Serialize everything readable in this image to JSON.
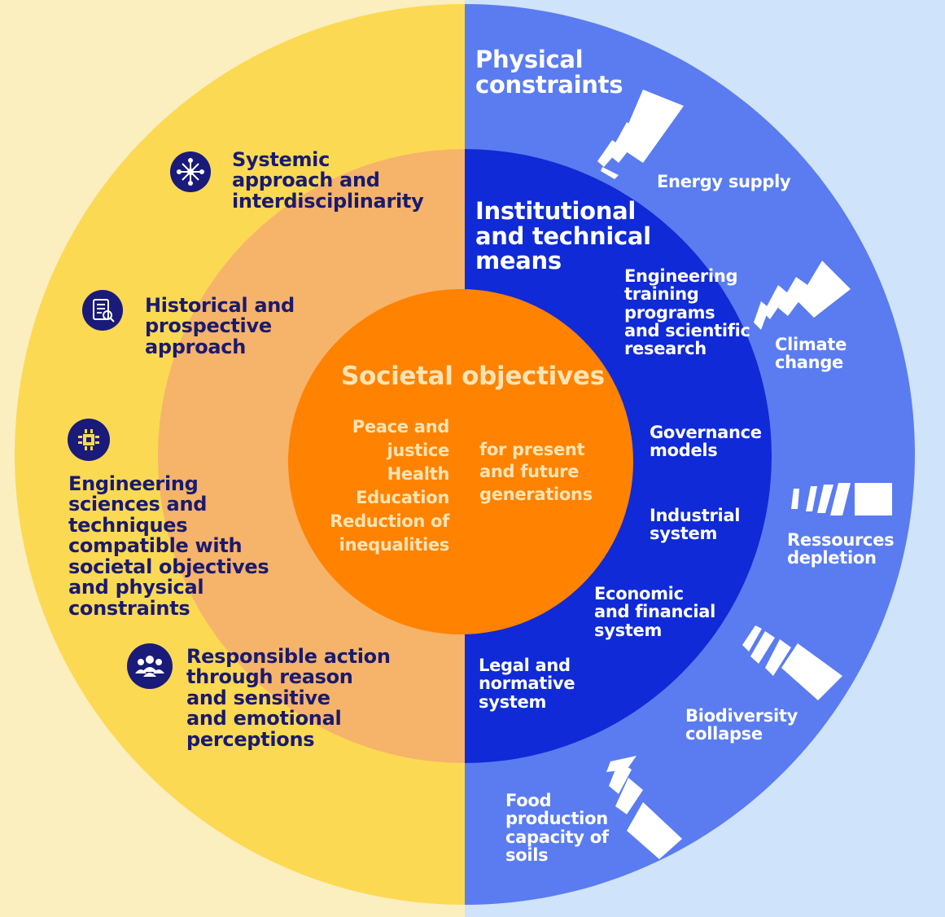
{
  "colors": {
    "outer_left": "#fcd953",
    "outer_right": "#5a7cf0",
    "middle_left": "#f6b36a",
    "middle_right": "#0f2ad6",
    "center": "#ff8200",
    "bg_left": "#fbeebf",
    "bg_right": "#cfe3fa",
    "navy_text": "#1a1a6e"
  },
  "physical": {
    "title": "Physical\nconstraints",
    "items": [
      "Energy supply",
      "Climate\nchange",
      "Ressources\ndepletion",
      "Biodiversity\ncollapse",
      "Food\nproduction\ncapacity of\nsoils"
    ]
  },
  "institutional": {
    "title": "Institutional\nand technical\nmeans",
    "items": [
      "Engineering\ntraining\nprograms\nand scientific\nresearch",
      "Governance\nmodels",
      "Industrial\nsystem",
      "Economic\nand financial\nsystem",
      "Legal and\nnormative\nsystem"
    ]
  },
  "societal": {
    "title": "Societal objectives",
    "items_left": "Peace and\njustice\nHealth\nEducation\nReduction of\ninequalities",
    "items_right": "for present\nand future\ngenerations"
  },
  "approaches": [
    {
      "icon": "network-icon",
      "label": "Systemic\napproach and\ninterdisciplinarity"
    },
    {
      "icon": "document-search-icon",
      "label": "Historical and\nprospective\napproach"
    },
    {
      "icon": "chip-icon",
      "label": "Engineering\nsciences and\ntechniques\ncompatible with\nsocietal objectives\nand physical\nconstraints"
    },
    {
      "icon": "people-icon",
      "label": "Responsible action\nthrough reason\nand sensitive\nand emotional\nperceptions"
    }
  ]
}
